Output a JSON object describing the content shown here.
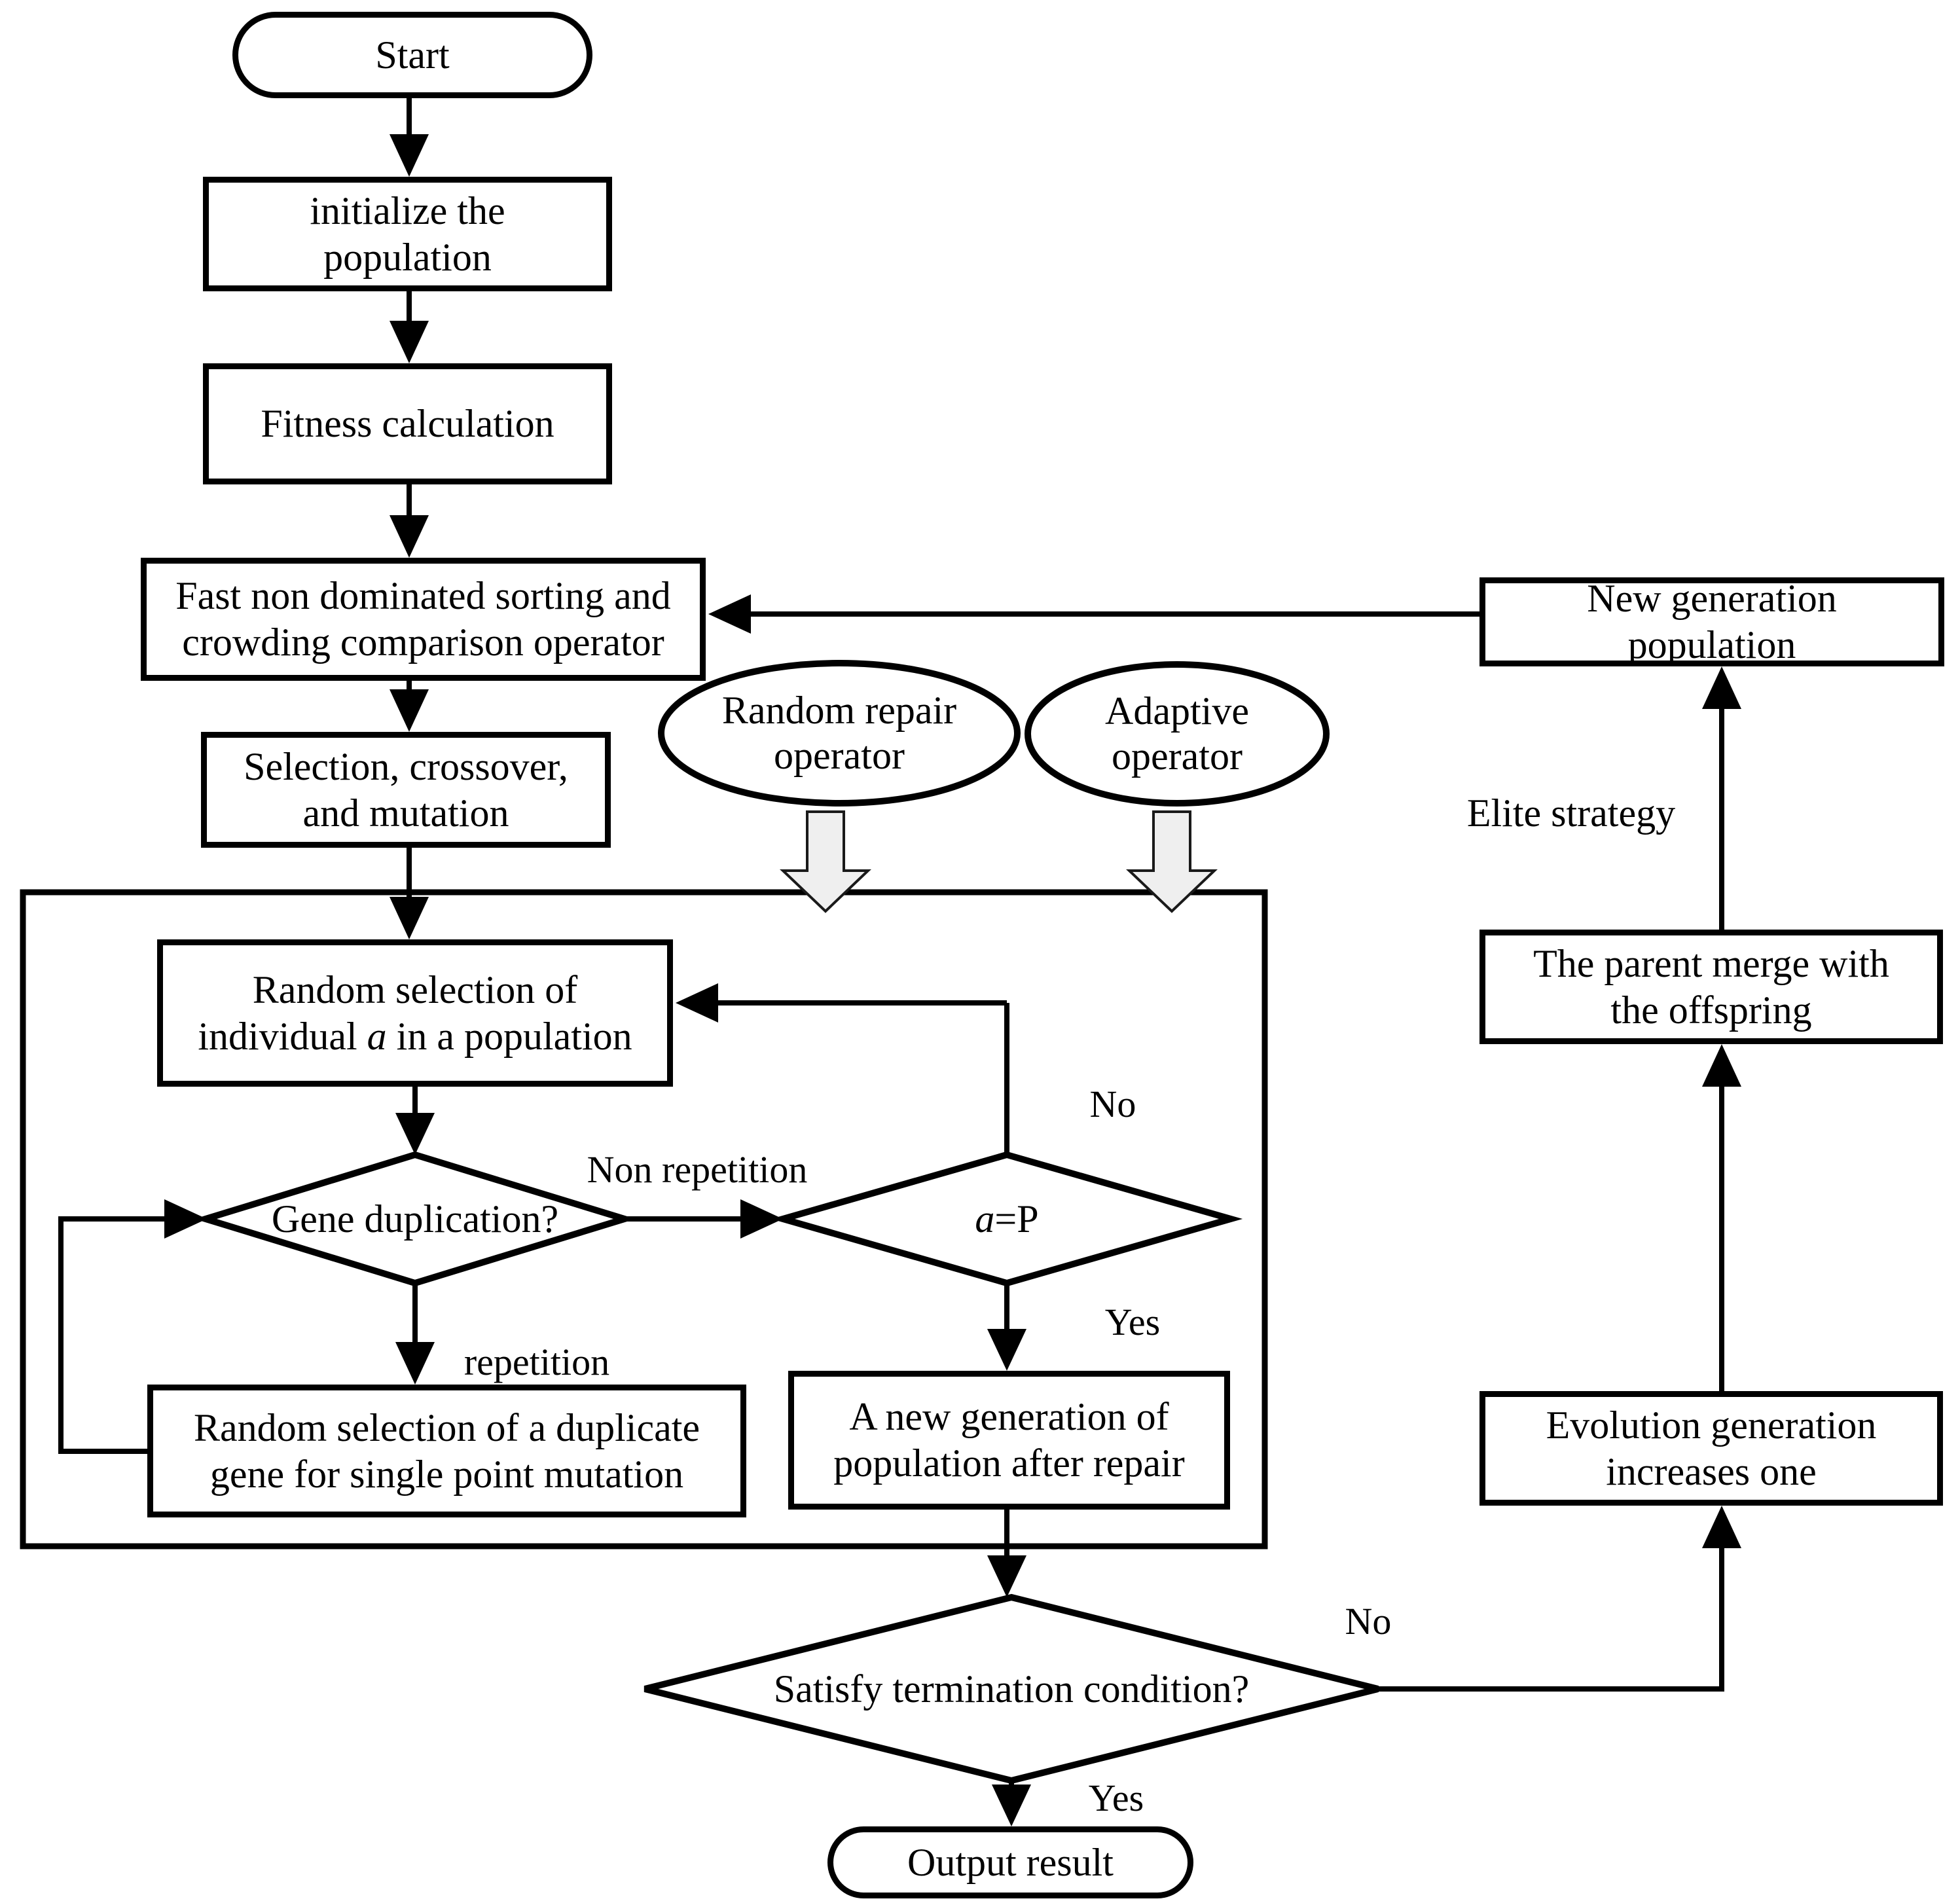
{
  "nodes": {
    "start": {
      "label": "Start"
    },
    "initialize": {
      "label": "initialize the population"
    },
    "fitness": {
      "label": "Fitness calculation"
    },
    "sorting": {
      "label": "Fast non dominated sorting and crowding comparison operator"
    },
    "selection": {
      "label": "Selection, crossover, and mutation"
    },
    "random_repair_operator": {
      "label": "Random repair operator"
    },
    "adaptive_operator": {
      "label": "Adaptive operator"
    },
    "new_generation": {
      "label": "New generation population"
    },
    "random_selection": {
      "pre": "Random selection of individual ",
      "var": "a",
      "post": " in a population"
    },
    "gene_duplication": {
      "label": "Gene duplication?"
    },
    "a_equals_p": {
      "var": "a",
      "rest": "=P"
    },
    "duplicate_gene": {
      "label": "Random selection of a duplicate gene for single point mutation"
    },
    "new_gen_after_repair": {
      "label": "A new generation of population after repair"
    },
    "parent_merge": {
      "label": "The parent merge with the offspring"
    },
    "evolution_generation": {
      "label": "Evolution generation increases one"
    },
    "termination": {
      "label": "Satisfy termination condition?"
    },
    "output": {
      "label": "Output result"
    }
  },
  "labels": {
    "non_repetition": "Non repetition",
    "repetition": "repetition",
    "no_duplication_loop": "No",
    "yes_duplication": "Yes",
    "no_termination": "No",
    "yes_termination": "Yes",
    "elite_strategy": "Elite strategy"
  },
  "colors": {
    "stroke": "#000000",
    "background": "#ffffff",
    "block_arrow_fill": "#efefef"
  }
}
